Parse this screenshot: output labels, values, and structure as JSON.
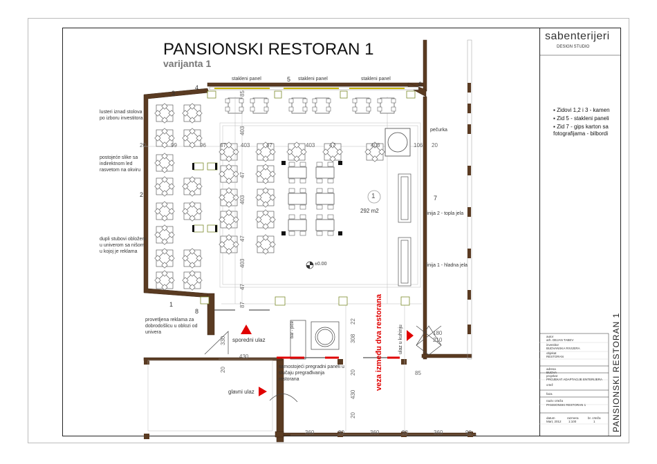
{
  "title": "PANSIONSKI RESTORAN 1",
  "subtitle": "varijanta 1",
  "brand": {
    "name": "sabenterijeri",
    "studio": "DESIGN STUDIO"
  },
  "legend": [
    "Zidovi 1,2 i 3 - kamen",
    "Zid 5 - stakleni paneli",
    "Zid 7 - gips karton sa fotografijama - bilbordi"
  ],
  "wall_numbers": [
    "1",
    "2",
    "3",
    "4",
    "5",
    "6",
    "7",
    "8"
  ],
  "labels": {
    "glass_panel": "stakleni panel",
    "pecurka": "pečurka",
    "room_number": "1",
    "area": "292 m2",
    "elevation": "±0.00",
    "linija2": "linija 2 - topla jela",
    "linija1": "linija 1 - hladna jela",
    "side_entrance": "sporedni ulaz",
    "main_entrance": "glavni ulaz",
    "bar": "bar - piće",
    "kitchen_entrance": "ulaz u kuhinju",
    "connection": "veza između dva restorana"
  },
  "notes": {
    "lusteri": "lusteri iznad stolova po izboru investitora",
    "slike": "postojeće slike sa indirektnom led rasvetom na okviru",
    "stubovi": "dupli stubovi obloženi u univerom sa nišom u kojoj je reklama",
    "reklama": "provetljena reklama za dobrodošlicu u oblozi od univera",
    "paneli": "samostojeći pregradni paneli u slučaju pregrađivanja restorana"
  },
  "dimensions": {
    "d20": "20",
    "d99": "99",
    "d96": "96",
    "d47": "47",
    "d403": "403",
    "d106": "106",
    "d85": "85",
    "d87": "87",
    "d330": "330",
    "d430": "430",
    "d308": "308",
    "d22": "22",
    "d180": "180",
    "d210": "210",
    "d360": "360",
    "d90": "90"
  },
  "titleblock": {
    "autor_label": "autor",
    "autor": "arh. DEJAN TABEV",
    "investitor_label": "investitor",
    "investitor": "BUDVANSKA RIVIJERA",
    "objekat_label": "objekat",
    "objekat": "RESTORAN",
    "adresa_label": "adresa",
    "adresa": "BUDVA",
    "projekat_label": "projekat",
    "projekat": "PROJEKAT ADAPTACIJE ENTERIJERA",
    "crtez_label": "crtež",
    "faza_label": "faza",
    "naziv_label": "naziv crteža",
    "naziv": "PANSIONSKI RESTORAN 1",
    "datum_label": "datum",
    "datum": "Mart, 2012",
    "razmera_label": "razmera",
    "razmera": "1:100",
    "crtez_br_label": "br. crteža",
    "crtez_br": "1",
    "vertical_title": "PANSIONSKI RESTORAN 1"
  }
}
